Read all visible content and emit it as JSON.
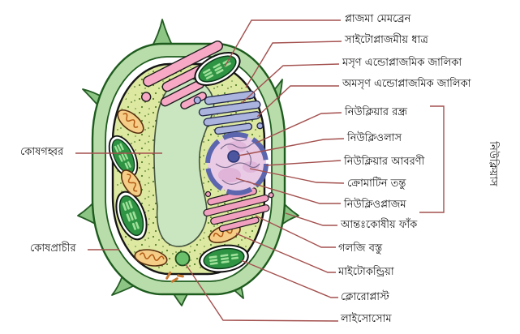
{
  "figure": {
    "subject": "plant-cell-labelled-diagram",
    "leader_line_color": "#a3504e",
    "labels_right": [
      {
        "name": "plasma-membrane",
        "text": "প্লাজমা মেমব্রেন"
      },
      {
        "name": "cytoplasmic-matrix",
        "text": "সাইটোপ্লাজমীয় ধাত্র"
      },
      {
        "name": "smooth-endoplasmic-reticulum",
        "text": "মসৃণ এন্ডোপ্লাজমিক জালিকা"
      },
      {
        "name": "rough-endoplasmic-reticulum",
        "text": "অমসৃণ এন্ডোপ্লাজমিক জালিকা"
      },
      {
        "name": "nuclear-pore",
        "text": "নিউক্লিয়ার রন্ধ্র"
      },
      {
        "name": "nucleolus",
        "text": "নিউক্লিওলাস"
      },
      {
        "name": "nuclear-envelope",
        "text": "নিউক্লিয়ার আবরণী"
      },
      {
        "name": "chromatin-fiber",
        "text": "ক্রোমাটিন তন্তু"
      },
      {
        "name": "nucleoplasm",
        "text": "নিউক্লিওপ্লাজম"
      },
      {
        "name": "intercellular-space",
        "text": "আন্তঃকোষীয় ফাঁক"
      },
      {
        "name": "golgi-body",
        "text": "গলজি বস্তু"
      },
      {
        "name": "mitochondria",
        "text": "মাইটোকন্ড্রিয়া"
      },
      {
        "name": "chloroplast",
        "text": "ক্লোরোপ্লাস্ট"
      },
      {
        "name": "lysosome",
        "text": "লাইসোসোম"
      }
    ],
    "labels_left": [
      {
        "name": "cell-vacuole",
        "text": "কোষগহ্বর"
      },
      {
        "name": "cell-wall",
        "text": "কোষপ্রাচীর"
      }
    ],
    "group_label": {
      "name": "nucleus",
      "text": "নিউক্লিয়াস"
    },
    "palette": {
      "cell_wall_fill": "#b9dcab",
      "wall_outline": "#1e5c1e",
      "cytoplasm": "#dde8a0",
      "vacuole": "#c9e6c0",
      "nuclear_envelope": "#5b66ae",
      "nucleoplasm": "#e9cbe6",
      "nucleolus": "#4c55a0",
      "smooth_er_pink": "#f7a8c4",
      "rough_er_blue": "#aab4de",
      "golgi_pink": "#f2a0c0",
      "chloroplast_green": "#2e9444",
      "mitochondria_orange": "#f5cd86",
      "lysosome_green": "#6abf6a"
    }
  }
}
